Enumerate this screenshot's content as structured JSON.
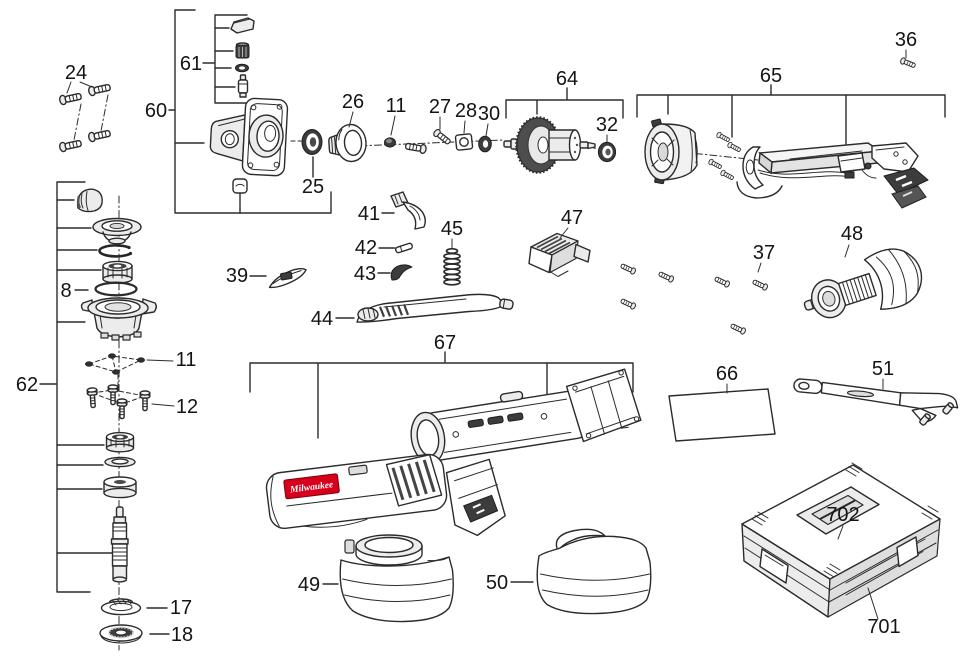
{
  "labels": {
    "p8": "8",
    "p11": "11",
    "p12": "12",
    "p17": "17",
    "p18": "18",
    "p24": "24",
    "p25": "25",
    "p26": "26",
    "p27": "27",
    "p28": "28",
    "p30": "30",
    "p32": "32",
    "p36": "36",
    "p37": "37",
    "p39": "39",
    "p41": "41",
    "p42": "42",
    "p43": "43",
    "p44": "44",
    "p45": "45",
    "p47": "47",
    "p48": "48",
    "p49": "49",
    "p50": "50",
    "p51": "51",
    "p60": "60",
    "p61": "61",
    "p62": "62",
    "p64": "64",
    "p65": "65",
    "p66": "66",
    "p67": "67",
    "p701": "701",
    "p702": "702"
  },
  "logo": {
    "brand": "Milwaukee"
  },
  "colors": {
    "line": "#2b2b2b",
    "brand_red": "#d6001c",
    "dark_fill": "#3c3c3c",
    "light_fill": "#ececec",
    "background": "#ffffff"
  }
}
